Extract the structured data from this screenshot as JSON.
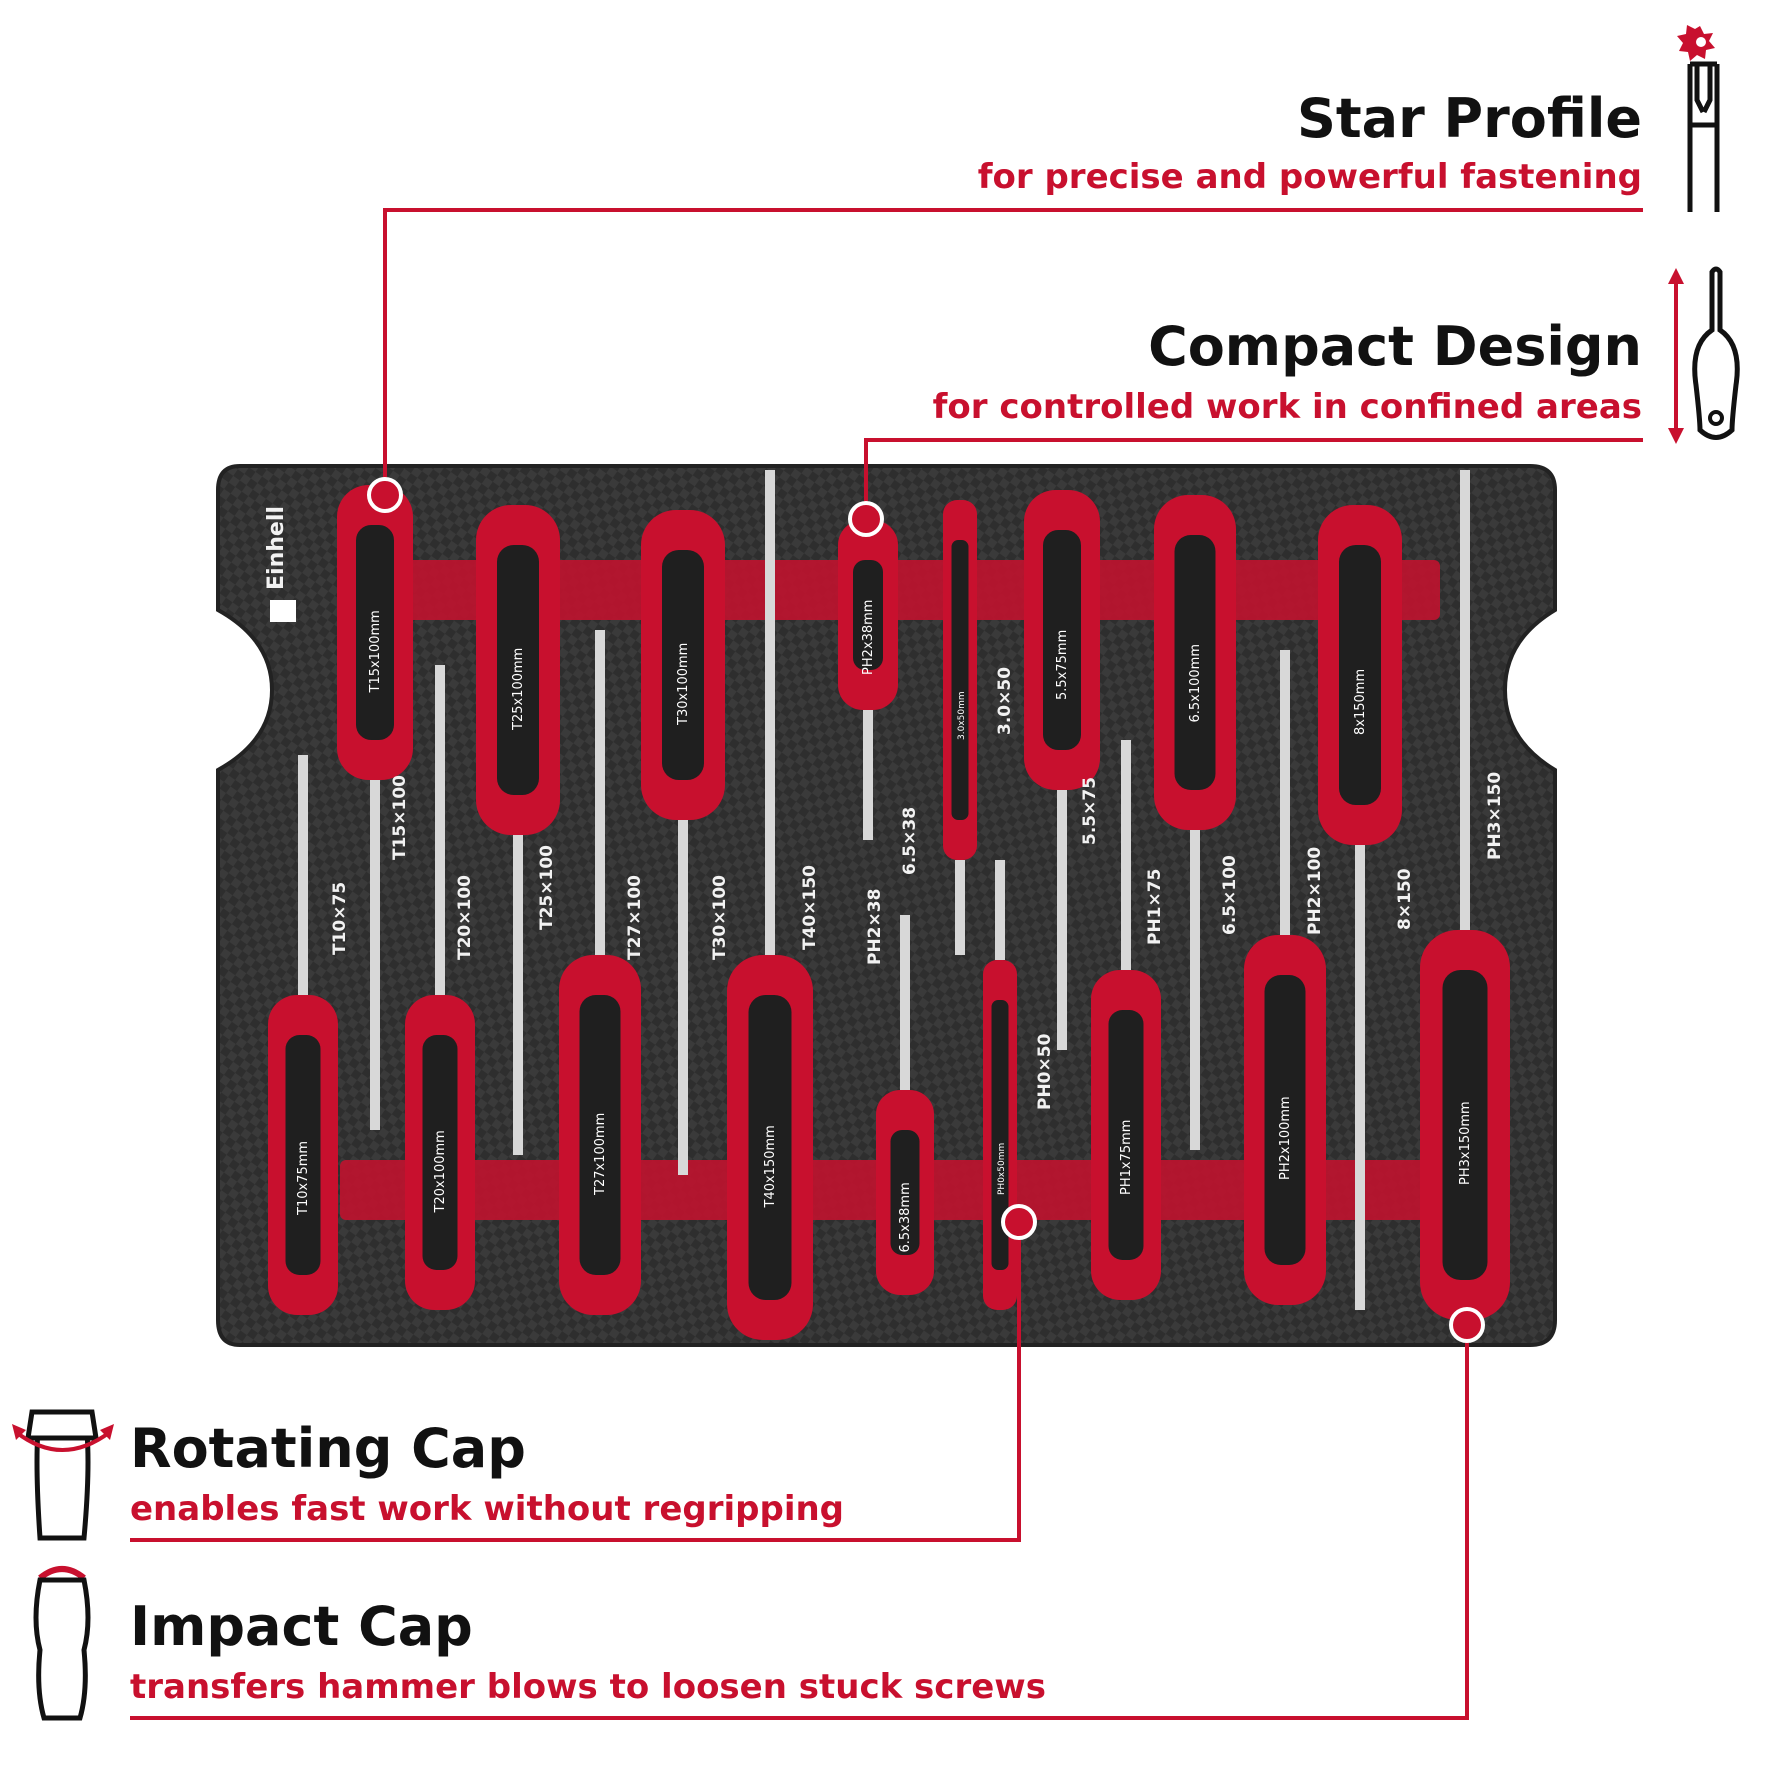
{
  "colors": {
    "accent": "#c8102e",
    "text": "#111111",
    "tray": "#2d2d2d",
    "handle_black": "#1f1f1f",
    "shaft": "#d8d8d8"
  },
  "brand": "Einhell",
  "features": {
    "star_profile": {
      "title": "Star Profile",
      "subtitle": "for precise and powerful fastening",
      "icon": "torx-screwdriver-icon"
    },
    "compact_design": {
      "title": "Compact Design",
      "subtitle": "for controlled work in confined areas",
      "icon": "compact-screwdriver-icon"
    },
    "rotating_cap": {
      "title": "Rotating Cap",
      "subtitle": "enables fast work without regripping",
      "icon": "rotating-cap-icon"
    },
    "impact_cap": {
      "title": "Impact Cap",
      "subtitle": "transfers hammer blows to loosen stuck screws",
      "icon": "impact-cap-icon"
    }
  },
  "tools": [
    {
      "tray_label": "T10×75",
      "handle_label": "T10x75mm"
    },
    {
      "tray_label": "T15×100",
      "handle_label": "T15x100mm"
    },
    {
      "tray_label": "T20×100",
      "handle_label": "T20x100mm"
    },
    {
      "tray_label": "T25×100",
      "handle_label": "T25x100mm"
    },
    {
      "tray_label": "T27×100",
      "handle_label": "T27x100mm"
    },
    {
      "tray_label": "T30×100",
      "handle_label": "T30x100mm"
    },
    {
      "tray_label": "T40×150",
      "handle_label": "T40x150mm"
    },
    {
      "tray_label": "PH2×38",
      "handle_label": "PH2x38mm"
    },
    {
      "tray_label": "6.5×38",
      "handle_label": "6.5x38mm"
    },
    {
      "tray_label": "3.0×50",
      "handle_label": "3.0x50mm"
    },
    {
      "tray_label": "PH0×50",
      "handle_label": "PH0x50mm"
    },
    {
      "tray_label": "5.5×75",
      "handle_label": "5.5x75mm"
    },
    {
      "tray_label": "PH1×75",
      "handle_label": "PH1x75mm"
    },
    {
      "tray_label": "6.5×100",
      "handle_label": "6.5x100mm"
    },
    {
      "tray_label": "PH2×100",
      "handle_label": "PH2x100mm"
    },
    {
      "tray_label": "8×150",
      "handle_label": "8x150mm"
    },
    {
      "tray_label": "PH3×150",
      "handle_label": "PH3x150mm"
    }
  ]
}
